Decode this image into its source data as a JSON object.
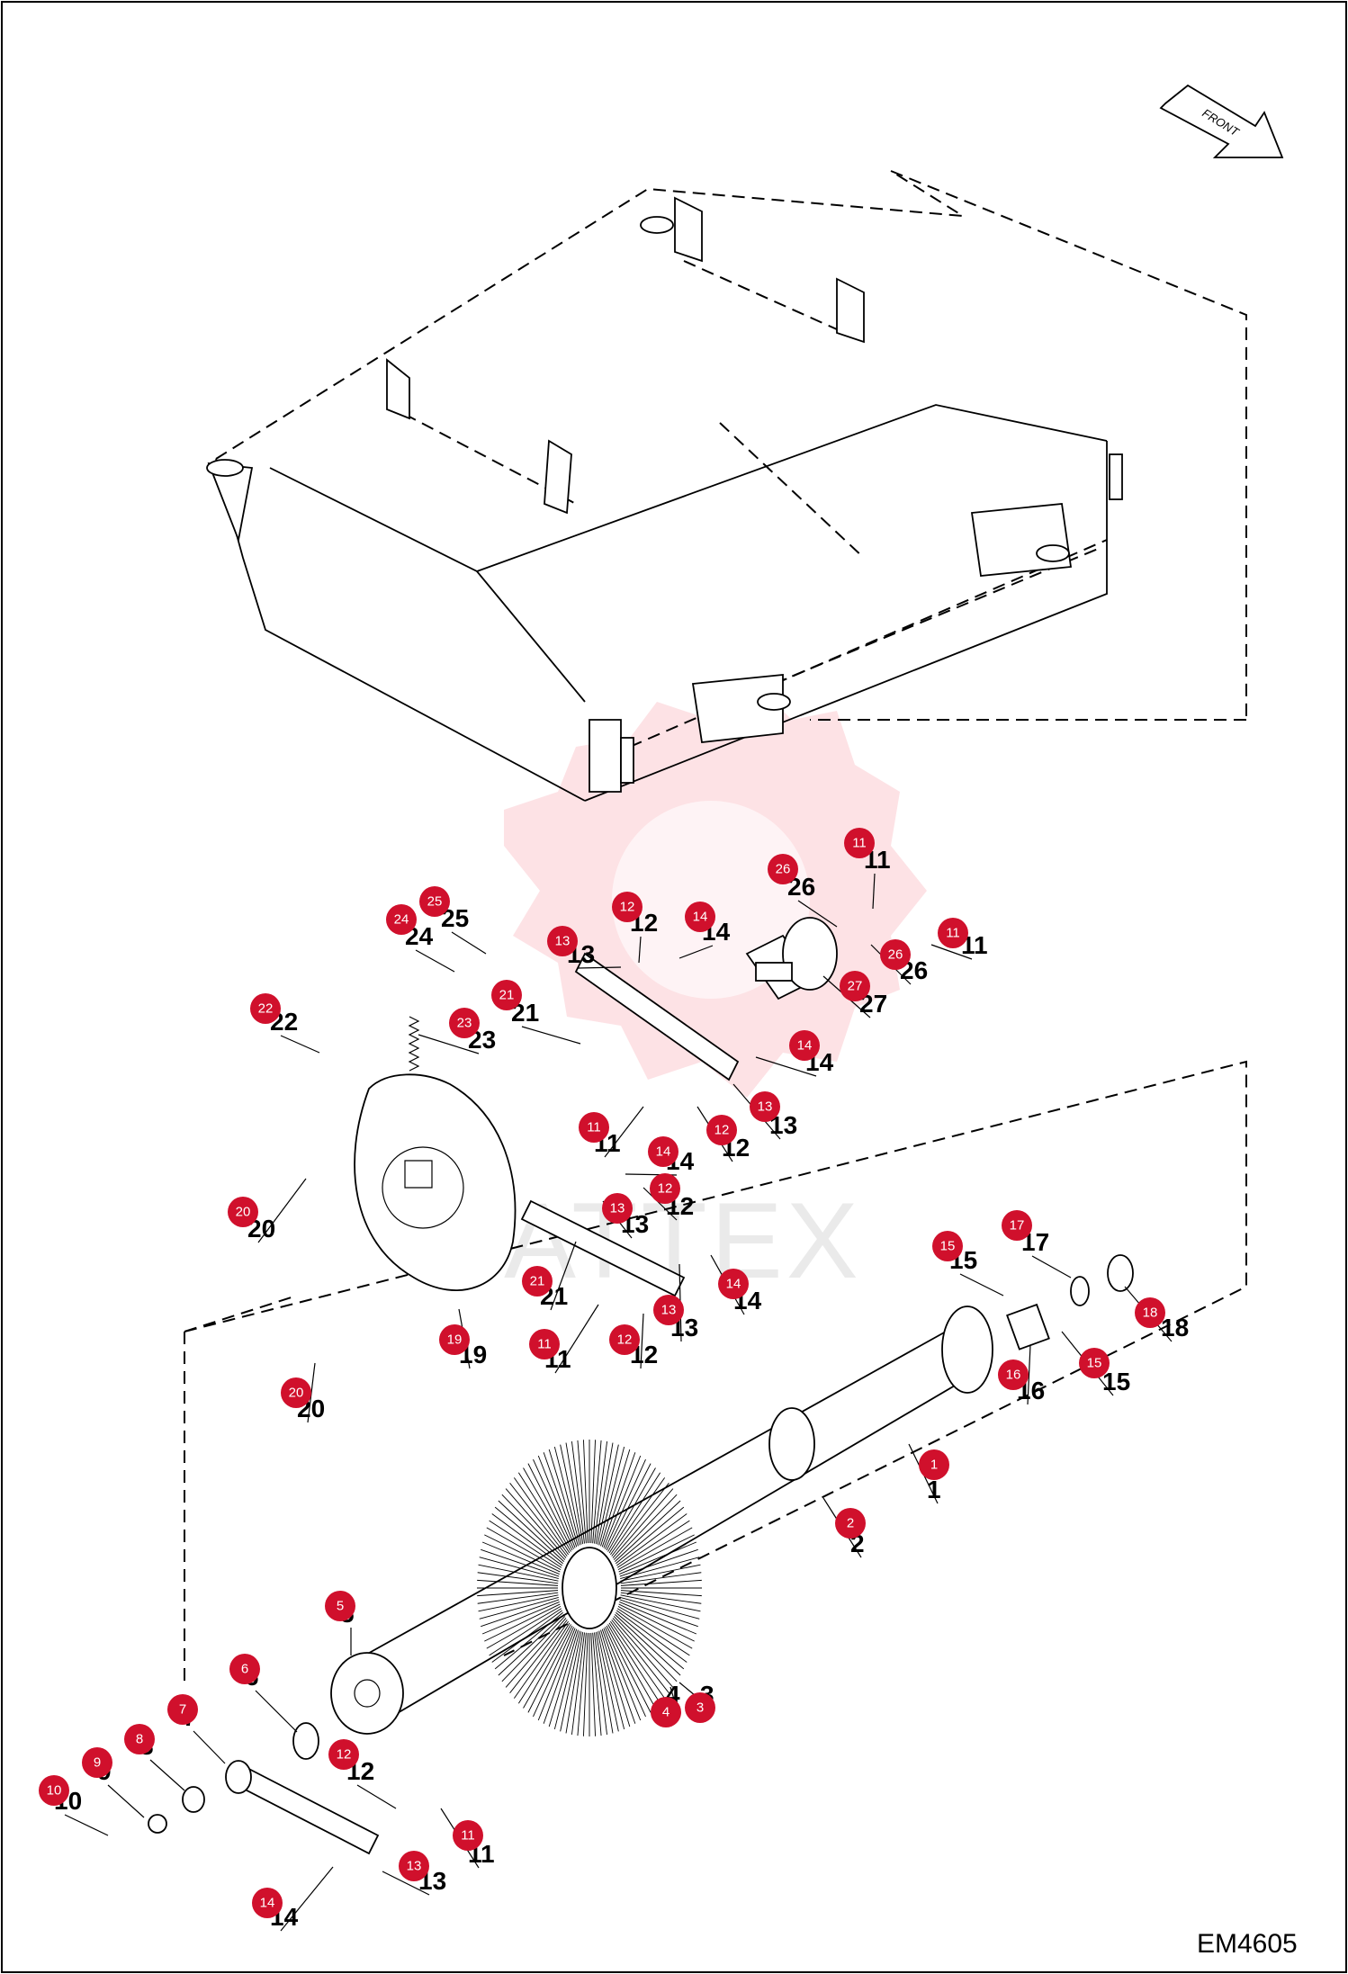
{
  "drawing_code": "EM4605",
  "direction_label": "FRONT",
  "watermark": "ATTEX",
  "callouts": [
    {
      "n": "1"
    },
    {
      "n": "2"
    },
    {
      "n": "3"
    },
    {
      "n": "4"
    },
    {
      "n": "5"
    },
    {
      "n": "6"
    },
    {
      "n": "7"
    },
    {
      "n": "8"
    },
    {
      "n": "9"
    },
    {
      "n": "10"
    },
    {
      "n": "11"
    },
    {
      "n": "11"
    },
    {
      "n": "11"
    },
    {
      "n": "11"
    },
    {
      "n": "11"
    },
    {
      "n": "12"
    },
    {
      "n": "12"
    },
    {
      "n": "12"
    },
    {
      "n": "12"
    },
    {
      "n": "12"
    },
    {
      "n": "13"
    },
    {
      "n": "13"
    },
    {
      "n": "13"
    },
    {
      "n": "13"
    },
    {
      "n": "13"
    },
    {
      "n": "14"
    },
    {
      "n": "14"
    },
    {
      "n": "14"
    },
    {
      "n": "14"
    },
    {
      "n": "14"
    },
    {
      "n": "15"
    },
    {
      "n": "15"
    },
    {
      "n": "16"
    },
    {
      "n": "17"
    },
    {
      "n": "18"
    },
    {
      "n": "19"
    },
    {
      "n": "20"
    },
    {
      "n": "20"
    },
    {
      "n": "21"
    },
    {
      "n": "21"
    },
    {
      "n": "22"
    },
    {
      "n": "23"
    },
    {
      "n": "24"
    },
    {
      "n": "25"
    },
    {
      "n": "26"
    },
    {
      "n": "26"
    },
    {
      "n": "27"
    }
  ]
}
